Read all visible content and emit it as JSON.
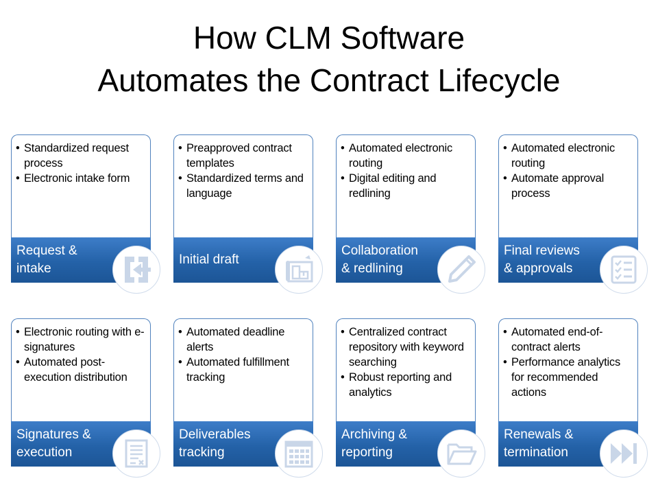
{
  "title": {
    "line1": "How CLM Software",
    "line2": "Automates the Contract Lifecycle"
  },
  "cards": [
    {
      "label": "Request &\nintake",
      "icon": "sign-in-icon",
      "bullets": [
        "Standardized request process",
        "Electronic intake form"
      ]
    },
    {
      "label": "Initial draft",
      "icon": "blueprint-icon",
      "bullets": [
        "Preapproved contract templates",
        "Standardized terms and language"
      ]
    },
    {
      "label": "Collaboration\n& redlining",
      "icon": "pencil-icon",
      "bullets": [
        "Automated electronic routing",
        "Digital editing and redlining"
      ]
    },
    {
      "label": "Final reviews\n& approvals",
      "icon": "checklist-icon",
      "bullets": [
        "Automated electronic routing",
        "Automate approval process"
      ]
    },
    {
      "label": "Signatures &\nexecution",
      "icon": "signed-document-icon",
      "bullets": [
        "Electronic routing with e-signatures",
        "Automated post-execution distribution"
      ]
    },
    {
      "label": "Deliverables\ntracking",
      "icon": "calendar-icon",
      "bullets": [
        "Automated deadline alerts",
        "Automated fulfillment tracking"
      ]
    },
    {
      "label": "Archiving &\nreporting",
      "icon": "folder-icon",
      "bullets": [
        "Centralized contract repository with keyword searching",
        "Robust reporting and analytics"
      ]
    },
    {
      "label": "Renewals &\ntermination",
      "icon": "fast-forward-icon",
      "bullets": [
        "Automated end-of-contract alerts",
        "Performance analytics for recommended actions"
      ]
    }
  ],
  "colors": {
    "accent_border": "#4f81bd",
    "label_fill": "#2462a8",
    "icon_fill": "#c9d6e8"
  }
}
